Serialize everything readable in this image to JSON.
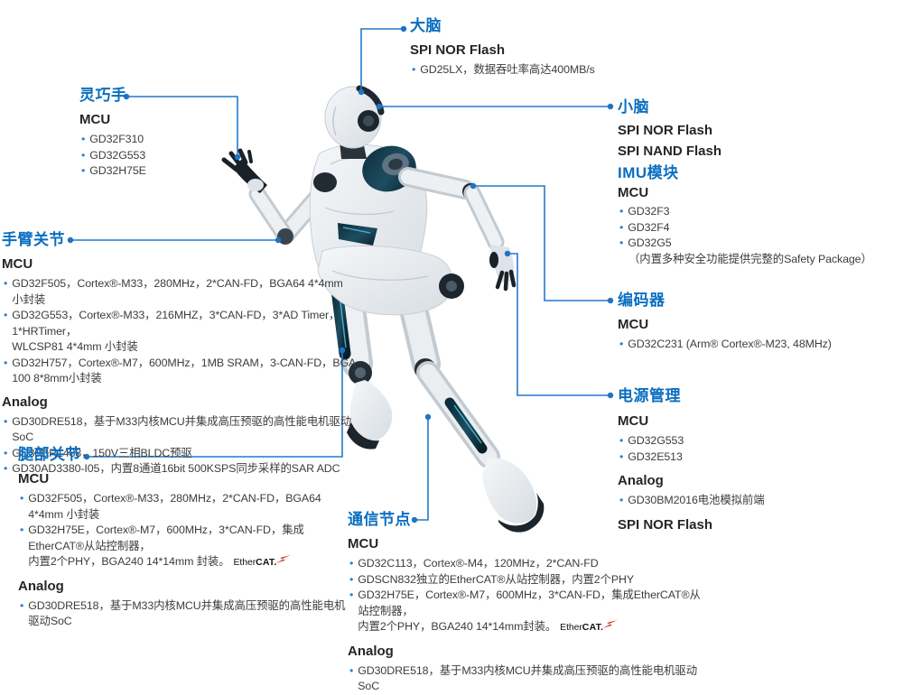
{
  "accent_color": "#0a6ec0",
  "line_color": "#2279cc",
  "ethercat_logo": {
    "prefix": "Ether",
    "suffix": "CAT."
  },
  "sections": [
    {
      "id": "brain",
      "title": "大脑",
      "groups": [
        {
          "head": "SPI NOR Flash",
          "items": [
            {
              "text": "GD25LX，数据吞吐率高达400MB/s"
            }
          ]
        }
      ]
    },
    {
      "id": "dexterous-hand",
      "title": "灵巧手",
      "groups": [
        {
          "head": "MCU",
          "items": [
            {
              "text": "GD32F310"
            },
            {
              "text": "GD32G553"
            },
            {
              "text": "GD32H75E"
            }
          ]
        }
      ]
    },
    {
      "id": "cerebellum",
      "title": "小脑",
      "groups": [
        {
          "head": "SPI NOR Flash",
          "items": []
        },
        {
          "head": "SPI NAND Flash",
          "items": []
        }
      ]
    },
    {
      "id": "imu",
      "title": "IMU模块",
      "groups": [
        {
          "head": "MCU",
          "items": [
            {
              "text": "GD32F3"
            },
            {
              "text": "GD32F4"
            },
            {
              "text": "GD32G5"
            },
            {
              "text": "（内置多种安全功能提供完整的Safety Package）",
              "no_bullet": true
            }
          ]
        }
      ]
    },
    {
      "id": "arm-joint",
      "title": "手臂关节",
      "groups": [
        {
          "head": "MCU",
          "items": [
            {
              "text": "GD32F505，Cortex®-M33，280MHz，2*CAN-FD，BGA64 4*4mm 小封装"
            },
            {
              "text": "GD32G553，Cortex®-M33，216MHZ，3*CAN-FD，3*AD Timer，1*HRTimer，\nWLCSP81 4*4mm 小封装"
            },
            {
              "text": "GD32H757，Cortex®-M7，600MHz，1MB SRAM，3-CAN-FD，BGA 100 8*8mm小封装"
            }
          ]
        },
        {
          "head": "Analog",
          "items": [
            {
              "text": "GD30DRE518，基于M33内核MCU并集成高压预驱的高性能电机驱动SoC"
            },
            {
              "text": "GD30DR1488，150V三相BLDC预驱"
            },
            {
              "text": "GD30AD3380-I05，内置8通道16bit 500KSPS同步采样的SAR ADC"
            }
          ]
        }
      ]
    },
    {
      "id": "encoder",
      "title": "编码器",
      "groups": [
        {
          "head": "MCU",
          "items": [
            {
              "text": "GD32C231 (Arm® Cortex®-M23, 48MHz)"
            }
          ]
        }
      ]
    },
    {
      "id": "power",
      "title": "电源管理",
      "groups": [
        {
          "head": "MCU",
          "items": [
            {
              "text": "GD32G553"
            },
            {
              "text": "GD32E513"
            }
          ]
        },
        {
          "head": "Analog",
          "items": [
            {
              "text": "GD30BM2016电池模拟前端"
            }
          ]
        },
        {
          "head": "SPI NOR Flash",
          "items": []
        }
      ]
    },
    {
      "id": "leg-joint",
      "title": "腿部关节",
      "groups": [
        {
          "head": "MCU",
          "items": [
            {
              "text": "GD32F505，Cortex®-M33，280MHz，2*CAN-FD，BGA64 4*4mm 小封装"
            },
            {
              "text": "GD32H75E，Cortex®-M7，600MHz，3*CAN-FD，集成EtherCAT®从站控制器，\n内置2个PHY，BGA240 14*14mm 封装。",
              "logo": "ethercat"
            }
          ]
        },
        {
          "head": "Analog",
          "items": [
            {
              "text": "GD30DRE518，基于M33内核MCU并集成高压预驱的高性能电机驱动SoC"
            }
          ]
        }
      ]
    },
    {
      "id": "comm-node",
      "title": "通信节点",
      "groups": [
        {
          "head": "MCU",
          "items": [
            {
              "text": "GD32C113，Cortex®-M4，120MHz，2*CAN-FD"
            },
            {
              "text": "GDSCN832独立的EtherCAT®从站控制器，内置2个PHY"
            },
            {
              "text": "GD32H75E，Cortex®-M7，600MHz，3*CAN-FD，集成EtherCAT®从站控制器，\n内置2个PHY，BGA240 14*14mm封装。",
              "logo": "ethercat"
            }
          ]
        },
        {
          "head": "Analog",
          "items": [
            {
              "text": "GD30DRE518，基于M33内核MCU并集成高压预驱的高性能电机驱动SoC"
            }
          ]
        }
      ]
    }
  ]
}
